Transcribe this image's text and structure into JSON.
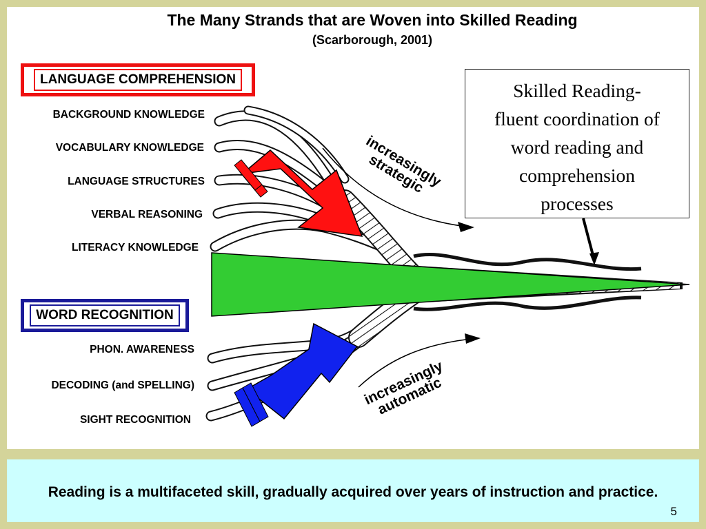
{
  "title": "The Many Strands that are Woven into Skilled Reading",
  "citation": "(Scarborough, 2001)",
  "language_comprehension": {
    "heading": "LANGUAGE COMPREHENSION",
    "color": "#ee1111",
    "strands": [
      "BACKGROUND KNOWLEDGE",
      "VOCABULARY KNOWLEDGE",
      "LANGUAGE STRUCTURES",
      "VERBAL REASONING",
      "LITERACY KNOWLEDGE"
    ],
    "arrow_label_line1": "increasingly",
    "arrow_label_line2": "strategic"
  },
  "word_recognition": {
    "heading": "WORD RECOGNITION",
    "color": "#1a1a99",
    "strands": [
      "PHON. AWARENESS",
      "DECODING (and SPELLING)",
      "SIGHT RECOGNITION"
    ],
    "arrow_label_line1": "increasingly",
    "arrow_label_line2": "automatic"
  },
  "skilled_reading_box": {
    "lines": [
      "Skilled Reading-",
      "fluent coordination of",
      "word reading and",
      "comprehension",
      "processes"
    ]
  },
  "tagline": "Reading is a multifaceted skill, gradually acquired over years of instruction and practice.",
  "page_number": "5",
  "colors": {
    "background": "#d4d49a",
    "footer_panel": "#ccffff",
    "red_arrow": "#ff1111",
    "blue_arrow": "#1122ee",
    "green_wedge": "#33cc33"
  }
}
